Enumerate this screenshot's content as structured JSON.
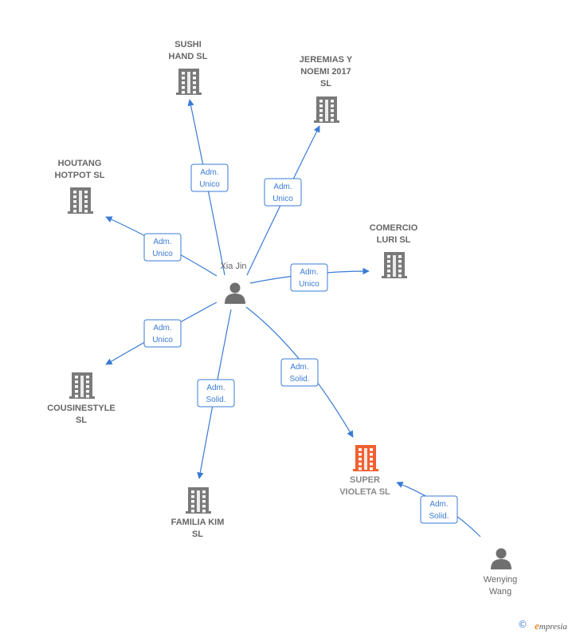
{
  "colors": {
    "edge": "#3a7bd5",
    "company": "#7a7a7a",
    "focus_company": "#f06030",
    "person": "#6f6f6f"
  },
  "people": [
    {
      "id": "xia",
      "lines": [
        "Xia Jin"
      ]
    },
    {
      "id": "wenying",
      "lines": [
        "Wenying",
        "Wang"
      ]
    }
  ],
  "companies": [
    {
      "id": "sushi",
      "lines": [
        "SUSHI",
        "HAND  SL"
      ],
      "focus": false
    },
    {
      "id": "jeremias",
      "lines": [
        "JEREMIAS Y",
        "NOEMI 2017",
        "SL"
      ],
      "focus": false
    },
    {
      "id": "houtang",
      "lines": [
        "HOUTANG",
        "HOTPOT  SL"
      ],
      "focus": false
    },
    {
      "id": "comercio",
      "lines": [
        "COMERCIO",
        "LURI  SL"
      ],
      "focus": false
    },
    {
      "id": "cousine",
      "lines": [
        "COUSINESTYLE",
        "SL"
      ],
      "focus": false
    },
    {
      "id": "familia",
      "lines": [
        "FAMILIA KIM",
        "SL"
      ],
      "focus": false
    },
    {
      "id": "super",
      "lines": [
        "SUPER",
        "VIOLETA  SL"
      ],
      "focus": true
    }
  ],
  "relations": [
    {
      "from": "xia",
      "to": "sushi",
      "label": [
        "Adm.",
        "Unico"
      ]
    },
    {
      "from": "xia",
      "to": "jeremias",
      "label": [
        "Adm.",
        "Unico"
      ]
    },
    {
      "from": "xia",
      "to": "houtang",
      "label": [
        "Adm.",
        "Unico"
      ]
    },
    {
      "from": "xia",
      "to": "comercio",
      "label": [
        "Adm.",
        "Unico"
      ]
    },
    {
      "from": "xia",
      "to": "cousine",
      "label": [
        "Adm.",
        "Unico"
      ]
    },
    {
      "from": "xia",
      "to": "familia",
      "label": [
        "Adm.",
        "Solid."
      ]
    },
    {
      "from": "xia",
      "to": "super",
      "label": [
        "Adm.",
        "Solid."
      ]
    },
    {
      "from": "wenying",
      "to": "super",
      "label": [
        "Adm.",
        "Solid."
      ]
    }
  ],
  "footer": {
    "copyright_symbol": "©",
    "brand_first": "e",
    "brand_rest": "mpresia"
  }
}
